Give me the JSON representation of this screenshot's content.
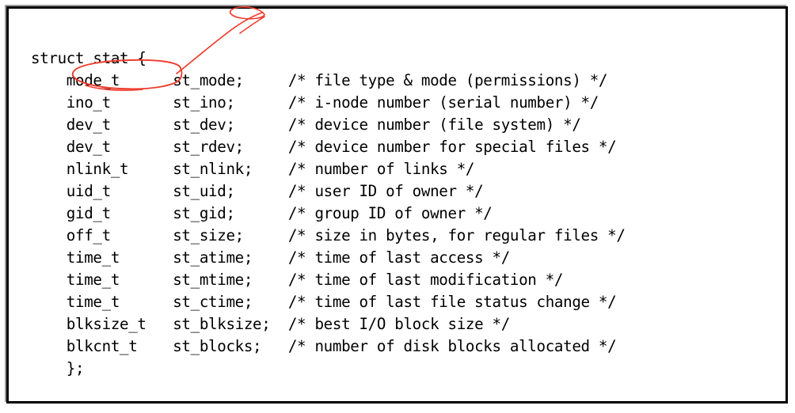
{
  "slide": {
    "background_color": "#ffffff",
    "frame_border_color": "#000000",
    "frame_shadow_color": "#9a9a9a"
  },
  "annotation": {
    "color": "#ef3b2c",
    "ellipse_target": "mode_t",
    "shapes": [
      "ellipse-around-mode-t",
      "curved-arrow",
      "arrow-loop-flourish"
    ]
  },
  "code": {
    "language": "c",
    "title": "struct stat",
    "lines": [
      "struct stat {",
      "    mode_t      st_mode;     /* file type & mode (permissions) */",
      "    ino_t       st_ino;      /* i-node number (serial number) */",
      "    dev_t       st_dev;      /* device number (file system) */",
      "    dev_t       st_rdev;     /* device number for special files */",
      "    nlink_t     st_nlink;    /* number of links */",
      "    uid_t       st_uid;      /* user ID of owner */",
      "    gid_t       st_gid;      /* group ID of owner */",
      "    off_t       st_size;     /* size in bytes, for regular files */",
      "    time_t      st_atime;    /* time of last access */",
      "    time_t      st_mtime;    /* time of last modification */",
      "    time_t      st_ctime;    /* time of last file status change */",
      "    blksize_t   st_blksize;  /* best I/O block size */",
      "    blkcnt_t    st_blocks;   /* number of disk blocks allocated */",
      "    };"
    ],
    "fields": [
      {
        "type": "mode_t",
        "name": "st_mode",
        "comment": "/* file type & mode (permissions) */"
      },
      {
        "type": "ino_t",
        "name": "st_ino",
        "comment": "/* i-node number (serial number) */"
      },
      {
        "type": "dev_t",
        "name": "st_dev",
        "comment": "/* device number (file system) */"
      },
      {
        "type": "dev_t",
        "name": "st_rdev",
        "comment": "/* device number for special files */"
      },
      {
        "type": "nlink_t",
        "name": "st_nlink",
        "comment": "/* number of links */"
      },
      {
        "type": "uid_t",
        "name": "st_uid",
        "comment": "/* user ID of owner */"
      },
      {
        "type": "gid_t",
        "name": "st_gid",
        "comment": "/* group ID of owner */"
      },
      {
        "type": "off_t",
        "name": "st_size",
        "comment": "/* size in bytes, for regular files */"
      },
      {
        "type": "time_t",
        "name": "st_atime",
        "comment": "/* time of last access */"
      },
      {
        "type": "time_t",
        "name": "st_mtime",
        "comment": "/* time of last modification */"
      },
      {
        "type": "time_t",
        "name": "st_ctime",
        "comment": "/* time of last file status change */"
      },
      {
        "type": "blksize_t",
        "name": "st_blksize",
        "comment": "/* best I/O block size */"
      },
      {
        "type": "blkcnt_t",
        "name": "st_blocks",
        "comment": "/* number of disk blocks allocated */"
      }
    ]
  }
}
